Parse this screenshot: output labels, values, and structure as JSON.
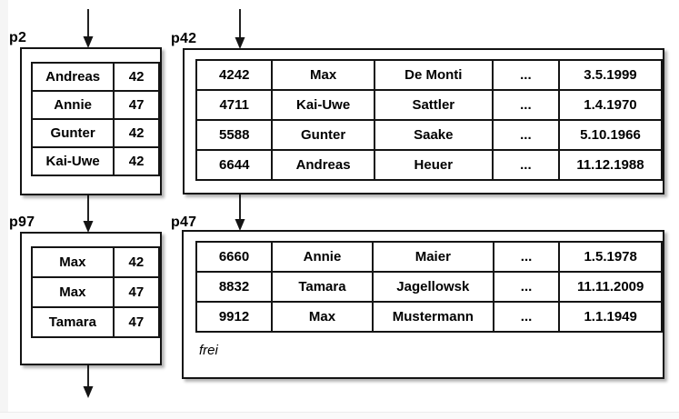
{
  "diagram": {
    "type": "database-page-chain",
    "colors": {
      "line": "#141414",
      "background": "#ffffff",
      "edge": "#f5f5f5"
    },
    "pages": {
      "p2": {
        "label": "p2",
        "kind": "index-page",
        "rows": [
          [
            "Andreas",
            "42"
          ],
          [
            "Annie",
            "47"
          ],
          [
            "Gunter",
            "42"
          ],
          [
            "Kai-Uwe",
            "42"
          ]
        ]
      },
      "p42": {
        "label": "p42",
        "kind": "data-page",
        "rows": [
          [
            "4242",
            "Max",
            "De Monti",
            "...",
            "3.5.1999"
          ],
          [
            "4711",
            "Kai-Uwe",
            "Sattler",
            "...",
            "1.4.1970"
          ],
          [
            "5588",
            "Gunter",
            "Saake",
            "...",
            "5.10.1966"
          ],
          [
            "6644",
            "Andreas",
            "Heuer",
            "...",
            "11.12.1988"
          ]
        ]
      },
      "p97": {
        "label": "p97",
        "kind": "index-page",
        "rows": [
          [
            "Max",
            "42"
          ],
          [
            "Max",
            "47"
          ],
          [
            "Tamara",
            "47"
          ]
        ]
      },
      "p47": {
        "label": "p47",
        "kind": "data-page",
        "rows": [
          [
            "6660",
            "Annie",
            "Maier",
            "...",
            "1.5.1978"
          ],
          [
            "8832",
            "Tamara",
            "Jagellowsk",
            "...",
            "11.11.2009"
          ],
          [
            "9912",
            "Max",
            "Mustermann",
            "...",
            "1.1.1949"
          ]
        ],
        "free_label": "frei"
      }
    },
    "arrows": [
      {
        "name": "arrow-top-into-p2",
        "from": "outside-top",
        "to": "p2"
      },
      {
        "name": "arrow-top-into-p42",
        "from": "outside-top",
        "to": "p42"
      },
      {
        "name": "arrow-p2-to-p97",
        "from": "p2",
        "to": "p97"
      },
      {
        "name": "arrow-p42-to-p47",
        "from": "p42",
        "to": "p47"
      },
      {
        "name": "arrow-p97-down",
        "from": "p97",
        "to": "outside-bottom"
      }
    ]
  }
}
